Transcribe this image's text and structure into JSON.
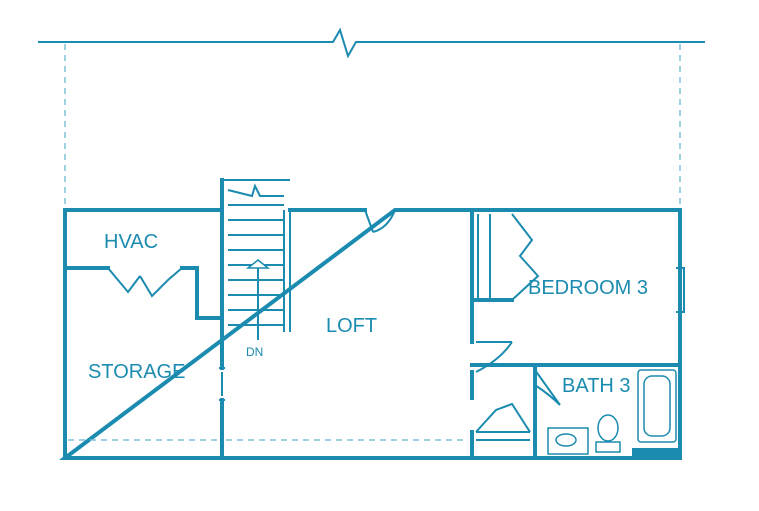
{
  "plan": {
    "rooms": {
      "hvac": "HVAC",
      "storage": "STORAGE",
      "loft": "LOFT",
      "bedroom": "BEDROOM 3",
      "bath": "BATH 3"
    },
    "stair_label": "DN"
  },
  "colors": {
    "wall": "#1b8bb0",
    "dashed": "#7fc3d9"
  }
}
